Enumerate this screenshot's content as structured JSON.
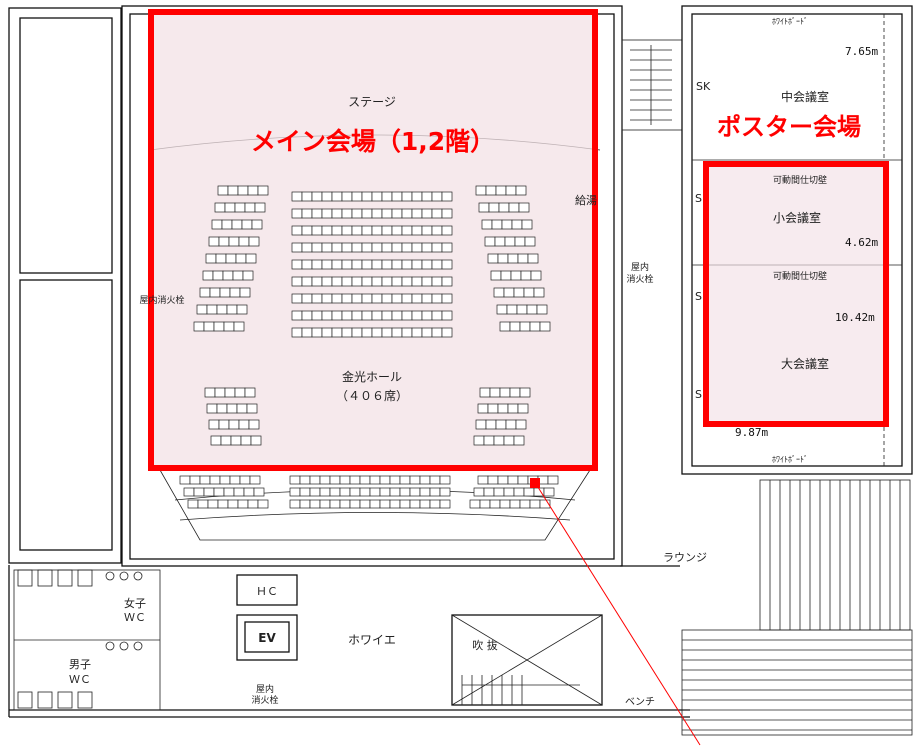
{
  "title": "",
  "colors": {
    "highlight": "#ff0000",
    "highlight_fill": "#f3e1e6",
    "line": "#111111"
  },
  "areas": {
    "main_venue": "メイン会場（1,2階）",
    "poster_venue": "ポスター会場"
  },
  "hall": {
    "stage": "ステージ",
    "name": "金光ホール",
    "seats": "（４０６席）"
  },
  "rooms": {
    "medium": "中会議室",
    "small": "小会議室",
    "large": "大会議室",
    "partition_1": "可動間仕切壁",
    "partition_2": "可動間仕切壁",
    "whiteboard_top": "ﾎﾜｲﾄﾎﾞｰﾄﾞ",
    "whiteboard_bottom": "ﾎﾜｲﾄﾎﾞｰﾄﾞ"
  },
  "dimensions": {
    "d1": "7.65m",
    "d2": "4.62m",
    "d3": "10.42m",
    "d4": "9.87m"
  },
  "labels": {
    "lounge": "ラウンジ",
    "foyer": "ホワイエ",
    "atrium": "吹 抜",
    "bench": "ベンチ",
    "hc": "ＨＣ",
    "ev": "EV",
    "womens_wc_1": "女子",
    "womens_wc_2": "ＷＣ",
    "mens_wc_1": "男子",
    "mens_wc_2": "ＷＣ",
    "hydrant_1a": "屋内",
    "hydrant_1b": "消火栓",
    "hydrant_2a": "屋内",
    "hydrant_2b": "消火栓",
    "hydrant_3": "屋内消火栓",
    "supply": "給湯",
    "sk_1": "SK",
    "sk_2": "S",
    "sk_3": "S",
    "sk_4": "S"
  }
}
